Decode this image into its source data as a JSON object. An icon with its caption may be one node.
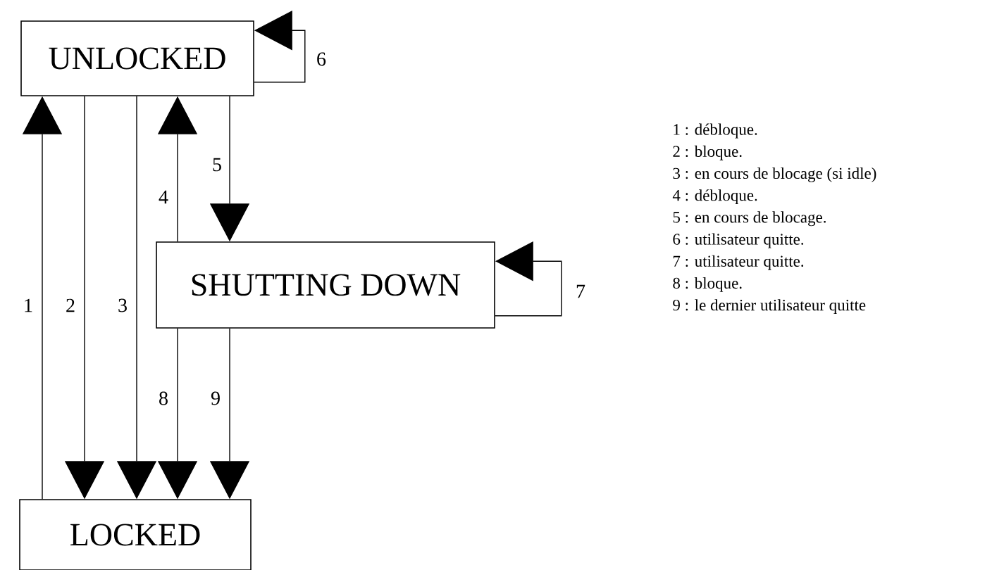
{
  "diagram": {
    "nodes": [
      {
        "text": [
          "UNLOCKED"
        ]
      },
      {
        "text": [
          "SHUTTING DOWN"
        ]
      },
      {
        "text": [
          "LOCKED"
        ]
      }
    ],
    "edges": [
      {
        "from": 2,
        "to": 0,
        "arrow": "to",
        "label": "1"
      },
      {
        "from": 0,
        "to": 2,
        "arrow": "to",
        "label": "2"
      },
      {
        "from": 0,
        "to": 2,
        "arrow": "to",
        "label": "3"
      },
      {
        "from": 1,
        "to": 0,
        "arrow": "to",
        "label": "4"
      },
      {
        "from": 0,
        "to": 1,
        "arrow": "to",
        "label": "5"
      },
      {
        "from": 0,
        "to": 0,
        "arrow": "to",
        "label": "6"
      },
      {
        "from": 1,
        "to": 1,
        "arrow": "to",
        "label": "7"
      },
      {
        "from": 1,
        "to": 2,
        "arrow": "to",
        "label": "8"
      },
      {
        "from": 1,
        "to": 2,
        "arrow": "to",
        "label": "9"
      }
    ],
    "labels": [
      "1 : débloque.",
      "2 : bloque.",
      "3 : en cours de blocage (si idle)",
      "4 : débloque.",
      "5 : en cours de blocage.",
      "6 : utilisateur quitte.",
      "7 : utilisateur quitte.",
      "8 : bloque.",
      "9 : le dernier utilisateur quitte"
    ]
  }
}
